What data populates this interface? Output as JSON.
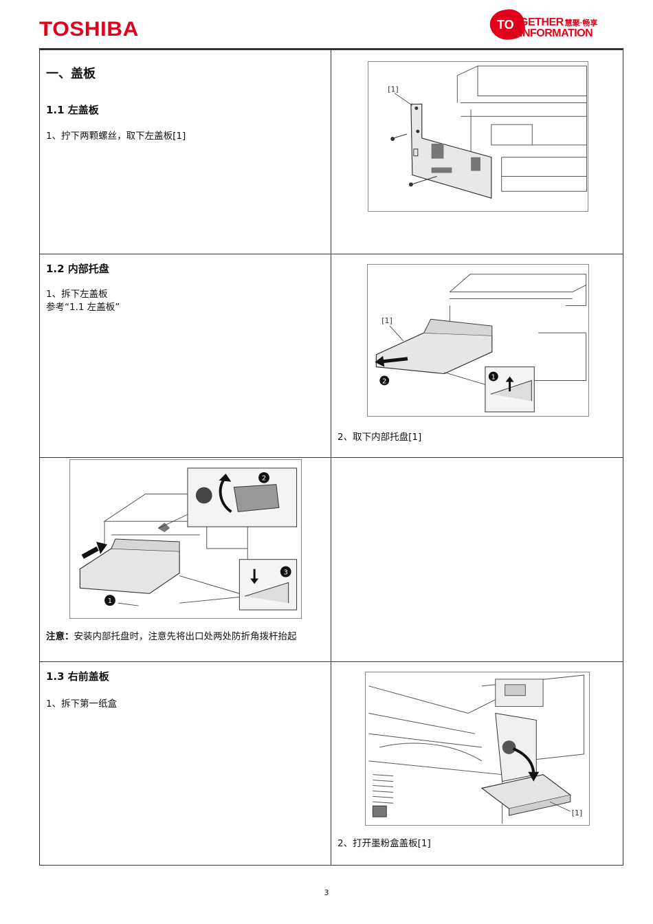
{
  "header": {
    "brand": "TOSHIBA",
    "slogan_badge": "TO",
    "slogan_line1": "GETHER",
    "slogan_cn": "慧聚·畅享",
    "slogan_line2": "INFORMATION"
  },
  "sections": {
    "main_title": "一、盖板",
    "s1": {
      "title": "1.1  左盖板",
      "step1": "1、拧下两颗螺丝，取下左盖板[1]",
      "callout": "[1]"
    },
    "s2": {
      "title": "1.2  内部托盘",
      "step1": "1、拆下左盖板",
      "ref": "参考“1.1  左盖板”",
      "step2": "2、取下内部托盘[1]",
      "callout": "[1]",
      "marker1": "1",
      "marker2": "2"
    },
    "install": {
      "note_label": "注意：",
      "note_text": "安装内部托盘时，注意先将出口处两处防折角拨杆抬起",
      "marker1": "1",
      "marker2": "2",
      "marker3": "3"
    },
    "s3": {
      "title": "1.3  右前盖板",
      "step1": "1、拆下第一纸盒",
      "step2": "2、打开墨粉盒盖板[1]",
      "callout": "[1]"
    }
  },
  "footer": {
    "page_number": "3"
  }
}
